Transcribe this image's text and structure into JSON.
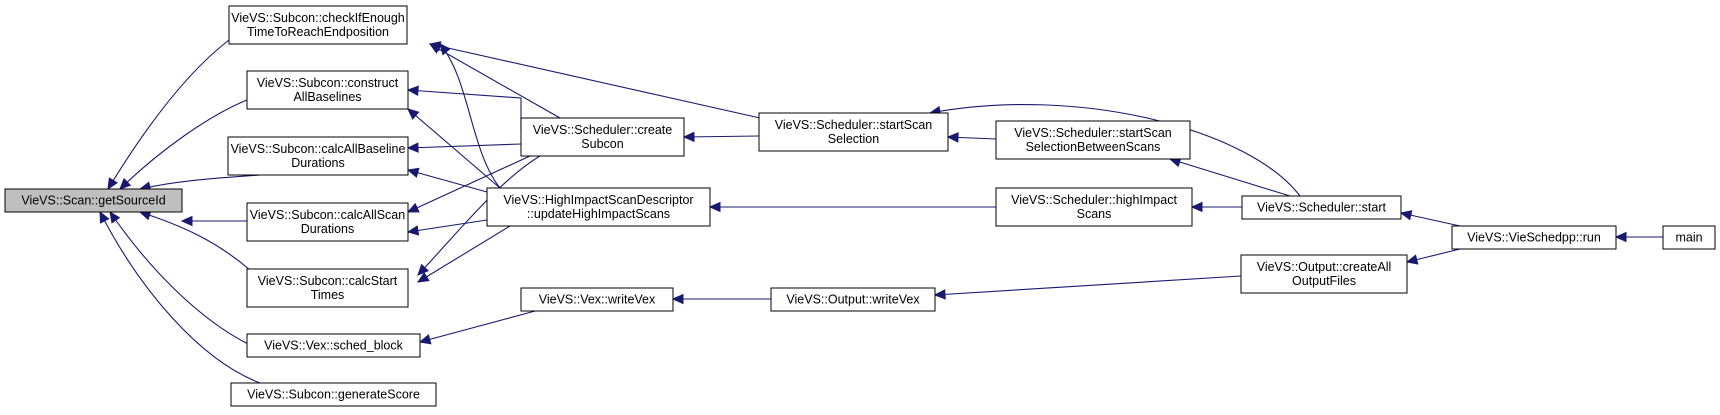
{
  "graph": {
    "colors": {
      "edge": "#191970",
      "node_border": "#000000",
      "focus_fill": "#bfbfbf",
      "node_fill": "#ffffff"
    },
    "nodes": [
      {
        "id": "getSourceId",
        "lines": [
          "VieVS::Scan::getSourceId"
        ],
        "focus": true
      },
      {
        "id": "checkIfEnough",
        "lines": [
          "VieVS::Subcon::checkIfEnough",
          "TimeToReachEndposition"
        ]
      },
      {
        "id": "constructAll",
        "lines": [
          "VieVS::Subcon::construct",
          "AllBaselines"
        ]
      },
      {
        "id": "calcAllBaseline",
        "lines": [
          "VieVS::Subcon::calcAllBaseline",
          "Durations"
        ]
      },
      {
        "id": "calcAllScan",
        "lines": [
          "VieVS::Subcon::calcAllScan",
          "Durations"
        ]
      },
      {
        "id": "calcStart",
        "lines": [
          "VieVS::Subcon::calcStart",
          "Times"
        ]
      },
      {
        "id": "schedBlock",
        "lines": [
          "VieVS::Vex::sched_block"
        ]
      },
      {
        "id": "generateScore",
        "lines": [
          "VieVS::Subcon::generateScore"
        ]
      },
      {
        "id": "createSubcon",
        "lines": [
          "VieVS::Scheduler::create",
          "Subcon"
        ]
      },
      {
        "id": "highImpactDesc",
        "lines": [
          "VieVS::HighImpactScanDescriptor",
          "::updateHighImpactScans"
        ]
      },
      {
        "id": "writeVexVex",
        "lines": [
          "VieVS::Vex::writeVex"
        ]
      },
      {
        "id": "startScanSel",
        "lines": [
          "VieVS::Scheduler::startScan",
          "Selection"
        ]
      },
      {
        "id": "writeVexOut",
        "lines": [
          "VieVS::Output::writeVex"
        ]
      },
      {
        "id": "startScanBetween",
        "lines": [
          "VieVS::Scheduler::startScan",
          "SelectionBetweenScans"
        ]
      },
      {
        "id": "highImpactScans",
        "lines": [
          "VieVS::Scheduler::highImpact",
          "Scans"
        ]
      },
      {
        "id": "schedStart",
        "lines": [
          "VieVS::Scheduler::start"
        ]
      },
      {
        "id": "createAllOutput",
        "lines": [
          "VieVS::Output::createAll",
          "OutputFiles"
        ]
      },
      {
        "id": "run",
        "lines": [
          "VieVS::VieSchedpp::run"
        ]
      },
      {
        "id": "main",
        "lines": [
          "main"
        ]
      }
    ]
  }
}
